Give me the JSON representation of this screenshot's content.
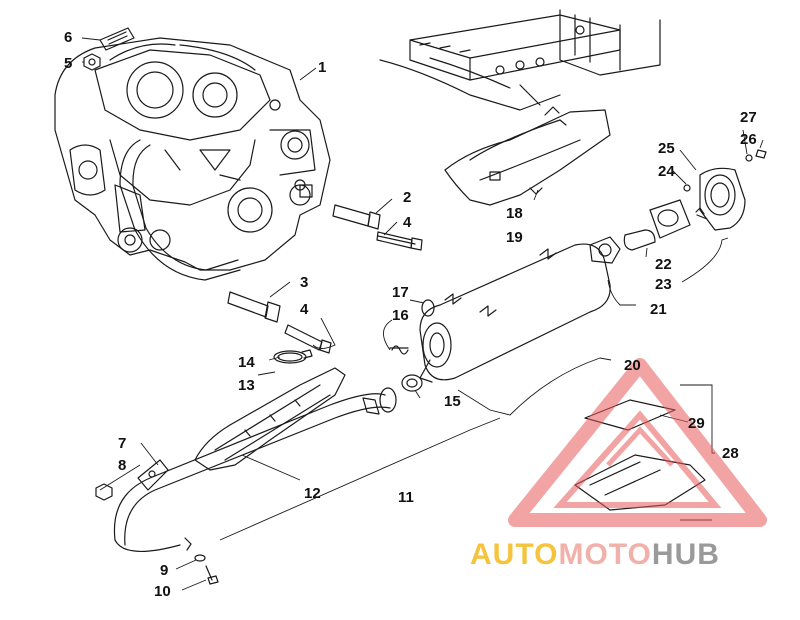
{
  "diagram": {
    "callouts": {
      "c1": "1",
      "c2": "2",
      "c3": "3",
      "c4a": "4",
      "c4b": "4",
      "c5": "5",
      "c6": "6",
      "c7": "7",
      "c8": "8",
      "c9": "9",
      "c10": "10",
      "c11": "11",
      "c12": "12",
      "c13": "13",
      "c14": "14",
      "c15": "15",
      "c16": "16",
      "c17": "17",
      "c18": "18",
      "c19": "19",
      "c20": "20",
      "c21": "21",
      "c22": "22",
      "c23": "23",
      "c24": "24",
      "c25": "25",
      "c26": "26",
      "c27": "27",
      "c28": "28",
      "c29": "29"
    }
  },
  "watermark": {
    "part1": "AUTO",
    "part2": "MOTO",
    "part3": "HUB",
    "colors": {
      "part1": "#f6c33d",
      "part2": "#f1b0a9",
      "part3": "#9a9a9a",
      "triangle": "#e85a5a"
    }
  }
}
